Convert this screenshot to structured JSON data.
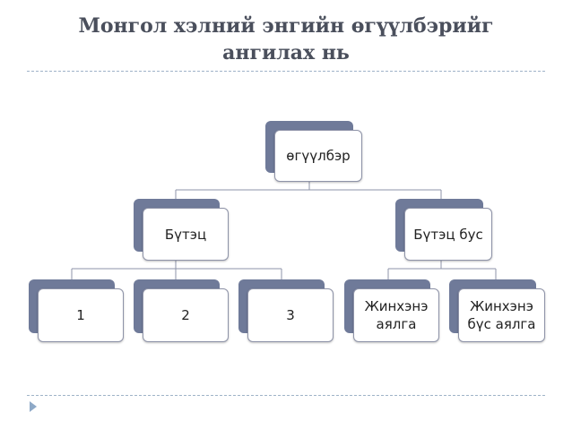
{
  "title": {
    "line1": "Монгол хэлний энгийн өгүүлбэрийг",
    "line2": "ангилах нь"
  },
  "diagram": {
    "root": {
      "label": "өгүүлбэр"
    },
    "level1": [
      {
        "label": "Бүтэц"
      },
      {
        "label": "Бүтэц бус"
      }
    ],
    "level2": [
      {
        "label": "1"
      },
      {
        "label": "2"
      },
      {
        "label": "3"
      },
      {
        "label": "Жинхэнэ аялга"
      },
      {
        "label": "Жинхэнэ бүс аялга"
      }
    ]
  },
  "colors": {
    "node_back": "#6f7a99",
    "connector": "#8e93a8",
    "title": "#4a4f5c"
  }
}
